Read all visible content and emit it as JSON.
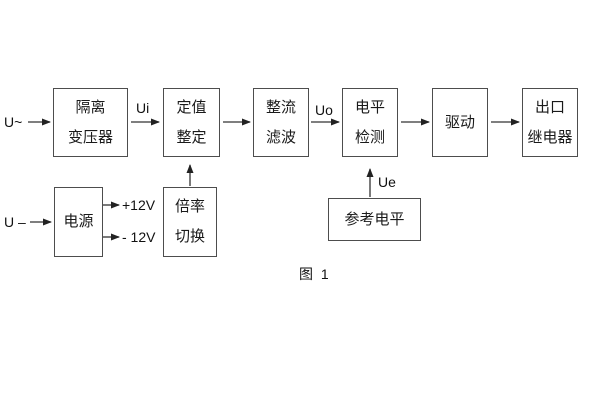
{
  "figure": {
    "caption": "图 1",
    "colors": {
      "line": "#333333",
      "box_border": "#4d4d4d",
      "text": "#1a1a1a",
      "background": "#ffffff"
    },
    "boxes": {
      "isolation_transformer": {
        "line1": "隔离",
        "line2": "变压器"
      },
      "setting_adjust": {
        "line1": "定值",
        "line2": "整定"
      },
      "rectify_filter": {
        "line1": "整流",
        "line2": "滤波"
      },
      "level_detect": {
        "line1": "电平",
        "line2": "检测"
      },
      "drive": {
        "line1": "驱动"
      },
      "output_relay": {
        "line1": "出口",
        "line2": "继电器"
      },
      "power_supply": {
        "line1": "电源"
      },
      "ratio_switch": {
        "line1": "倍率",
        "line2": "切换"
      },
      "reference_level": {
        "line1": "参考电平"
      }
    },
    "signals": {
      "ac_input": "U~",
      "dc_input": "U –",
      "ui": "Ui",
      "uo": "Uo",
      "ue": "Ue",
      "plus_12v": "+12V",
      "minus_12v": "- 12V"
    }
  }
}
